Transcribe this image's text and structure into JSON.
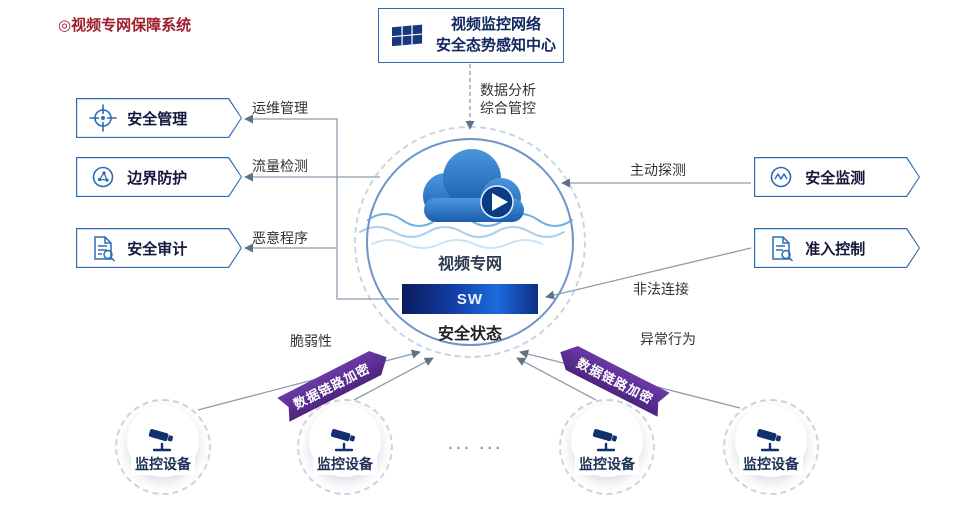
{
  "header": {
    "title": "◎视频专网保障系统"
  },
  "command_center": {
    "line1": "视频监控网络",
    "line2": "安全态势感知中心"
  },
  "core": {
    "network": "视频专网",
    "switch": "SW",
    "status": "安全状态"
  },
  "links": {
    "analysis_line1": "数据分析",
    "analysis_line2": "综合管控",
    "ops": "运维管理",
    "traffic": "流量检测",
    "malware": "恶意程序",
    "probe": "主动探测",
    "illegal": "非法连接",
    "fragile": "脆弱性",
    "abnormal": "异常行为",
    "encrypt_left": "数据链路加密",
    "encrypt_right": "数据链路加密"
  },
  "left_nodes": [
    {
      "label": "安全管理",
      "icon": "target-icon"
    },
    {
      "label": "边界防护",
      "icon": "border-network-icon"
    },
    {
      "label": "安全审计",
      "icon": "audit-document-icon"
    }
  ],
  "right_nodes": [
    {
      "label": "安全监测",
      "icon": "monitor-pulse-icon"
    },
    {
      "label": "准入控制",
      "icon": "access-document-icon"
    }
  ],
  "devices": [
    {
      "label": "监控设备"
    },
    {
      "label": "监控设备"
    },
    {
      "label": "监控设备"
    },
    {
      "label": "监控设备"
    }
  ],
  "ellipsis": "··· ···",
  "colors": {
    "accent_blue": "#2a6bb5",
    "navy": "#10306e",
    "deep_navy": "#10265f",
    "purple": "#5b2d91",
    "title_red": "#9c1f2e",
    "line_gray": "#8d9db0",
    "sw_gradient_start": "#0b1b5e",
    "sw_gradient_end": "#1d6be0"
  }
}
